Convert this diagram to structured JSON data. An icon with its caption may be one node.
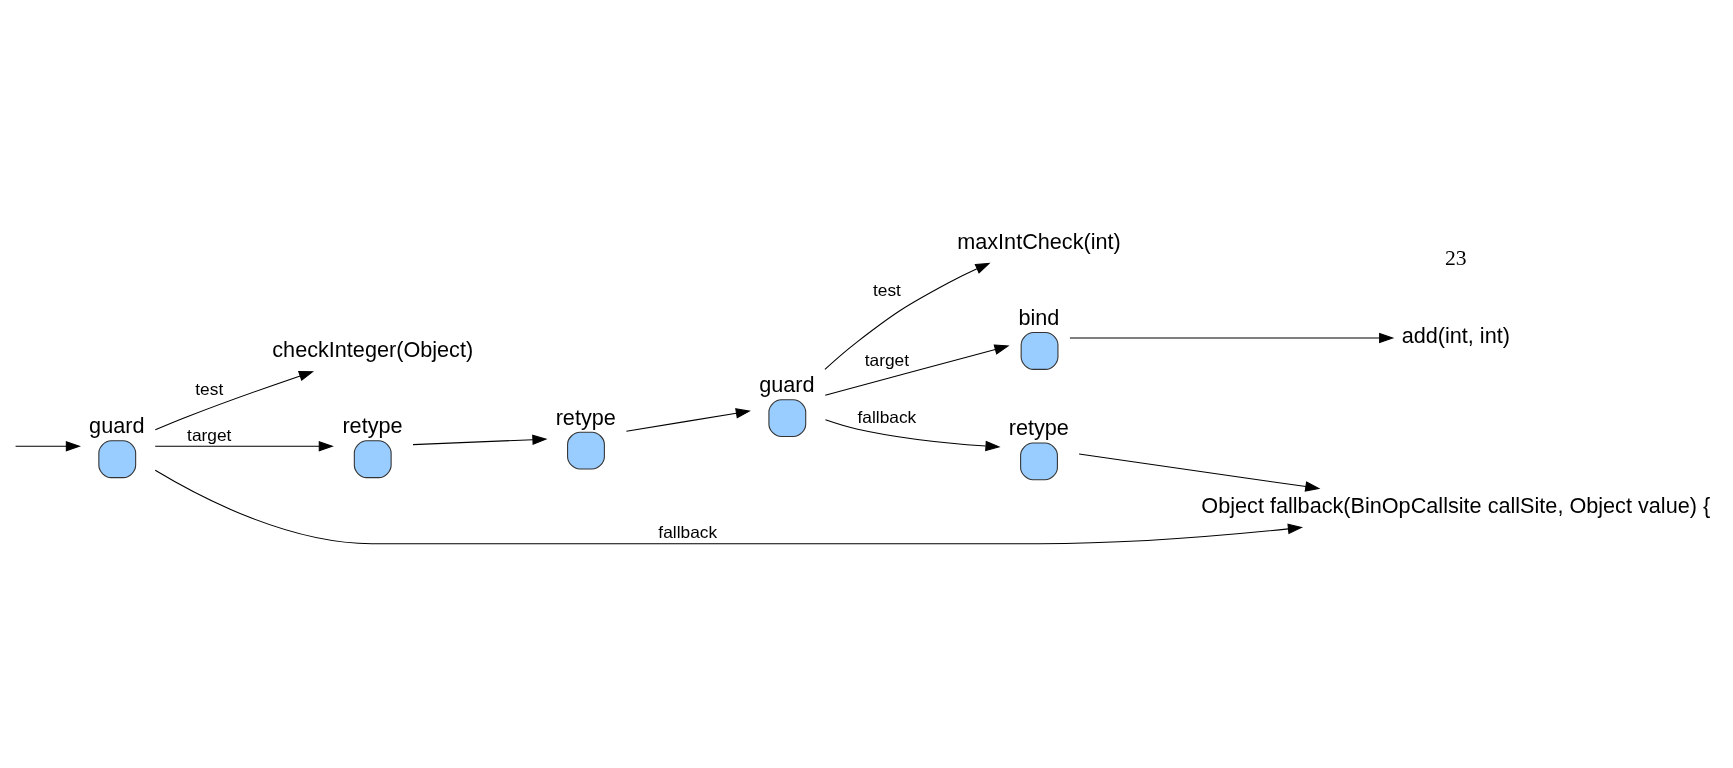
{
  "diagram": {
    "nodes": [
      {
        "text": [
          "guard"
        ]
      },
      {
        "text": [
          "checkInteger(Object)"
        ]
      },
      {
        "text": [
          "retype"
        ]
      },
      {
        "text": [
          "retype"
        ]
      },
      {
        "text": [
          "guard"
        ]
      },
      {
        "text": [
          "maxIntCheck(int)"
        ]
      },
      {
        "text": [
          "bind"
        ]
      },
      {
        "text": [
          "add(int, int)"
        ]
      },
      {
        "text": [
          "retype"
        ]
      },
      {
        "text": [
          "Object fallback(BinOpCallsite callSite, Object value) {"
        ]
      }
    ],
    "edges": [
      {
        "from": null,
        "to": 0,
        "arrow": "to"
      },
      {
        "from": 0,
        "to": 1,
        "label": "test",
        "arrow": "to"
      },
      {
        "from": 0,
        "to": 2,
        "label": "target",
        "arrow": "to"
      },
      {
        "from": 0,
        "to": 9,
        "label": "fallback",
        "arrow": "to"
      },
      {
        "from": 2,
        "to": 3,
        "arrow": "to"
      },
      {
        "from": 3,
        "to": 4,
        "arrow": "to"
      },
      {
        "from": 4,
        "to": 5,
        "label": "test",
        "arrow": "to"
      },
      {
        "from": 4,
        "to": 6,
        "label": "target",
        "arrow": "to"
      },
      {
        "from": 6,
        "to": 7,
        "arrow": "to"
      },
      {
        "from": 4,
        "to": 8,
        "label": "fallback",
        "arrow": "to"
      },
      {
        "from": 8,
        "to": 9,
        "arrow": "to"
      }
    ],
    "labels": [
      "23"
    ]
  }
}
